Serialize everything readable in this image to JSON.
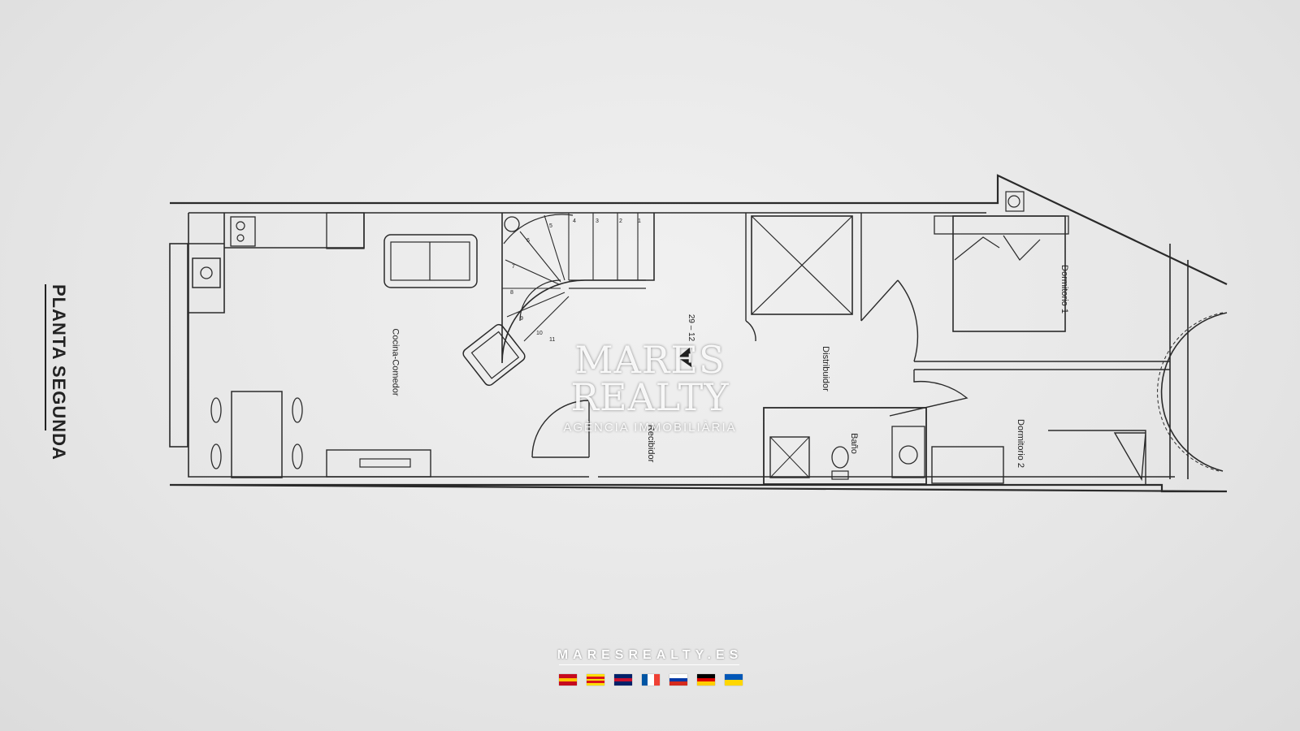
{
  "plan": {
    "title": "PLANTA SEGUNDA",
    "rooms": {
      "cocina_comedor": "Cocina-Comedor",
      "recibidor": "Recibidor",
      "distribuidor": "Distribuidor",
      "bano": "Baño",
      "dormitorio_1": "Dormitorio 1",
      "dormitorio_2": "Dormitorio 2"
    },
    "stair_label": "29 – 12",
    "stair_steps": [
      "1",
      "2",
      "3",
      "4",
      "5",
      "6",
      "7",
      "8",
      "9",
      "10",
      "11"
    ]
  },
  "watermark": {
    "brand": "MARES REALTY",
    "subtitle": "AGÈNCIA IMMOBILIÀRIA",
    "website": "MARESREALTY.ES"
  },
  "flags": [
    {
      "name": "spain-flag",
      "colors": [
        "#c60b1e",
        "#ffc400",
        "#c60b1e"
      ],
      "dir": "h"
    },
    {
      "name": "catalonia-flag",
      "colors": [
        "#fcdd09",
        "#da121a",
        "#fcdd09",
        "#da121a",
        "#fcdd09"
      ],
      "dir": "h"
    },
    {
      "name": "uk-flag",
      "colors": [
        "#012169",
        "#c8102e",
        "#012169"
      ],
      "dir": "h"
    },
    {
      "name": "france-flag",
      "colors": [
        "#0055a4",
        "#ffffff",
        "#ef4135"
      ],
      "dir": "v"
    },
    {
      "name": "russia-flag",
      "colors": [
        "#ffffff",
        "#0039a6",
        "#d52b1e"
      ],
      "dir": "h"
    },
    {
      "name": "germany-flag",
      "colors": [
        "#000000",
        "#dd0000",
        "#ffce00"
      ],
      "dir": "h"
    },
    {
      "name": "ukraine-flag",
      "colors": [
        "#0057b7",
        "#ffd700"
      ],
      "dir": "h"
    }
  ]
}
